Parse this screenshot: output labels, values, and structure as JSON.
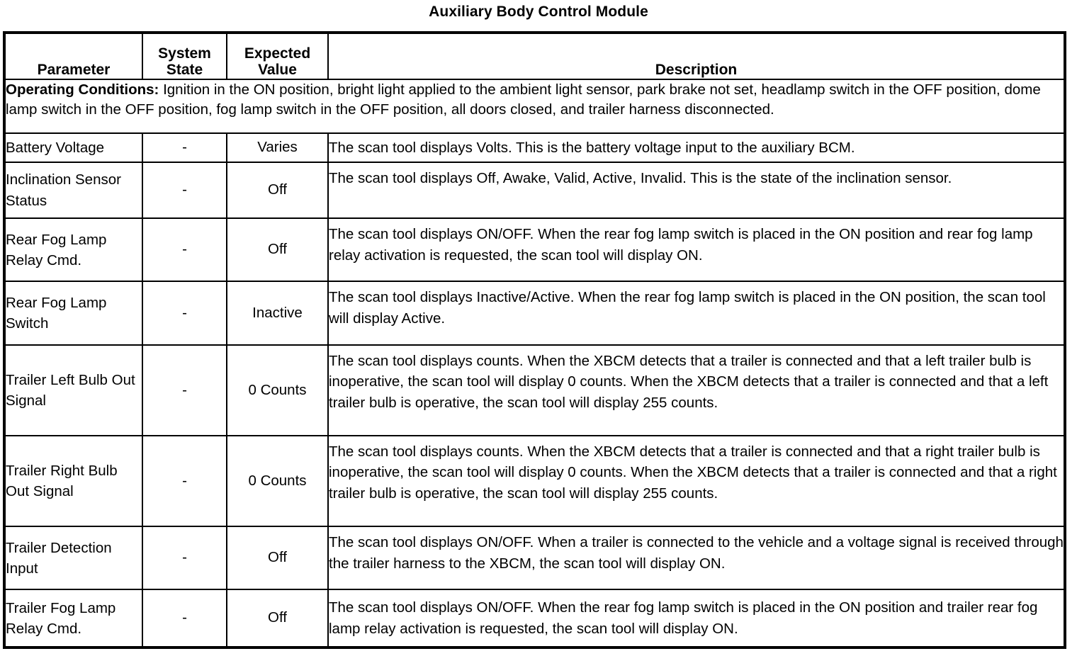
{
  "document": {
    "title": "Auxiliary Body Control Module"
  },
  "table": {
    "columns": [
      {
        "id": "parameter",
        "label": "Parameter"
      },
      {
        "id": "system_state",
        "label": "System\nState",
        "line1": "System",
        "line2": "State"
      },
      {
        "id": "expected_value",
        "label": "Expected\nValue",
        "line1": "Expected",
        "line2": "Value"
      },
      {
        "id": "description",
        "label": "Description"
      }
    ],
    "operating_conditions": {
      "label": "Operating Conditions:",
      "text": " Ignition in the ON position, bright light applied to the ambient light sensor, park brake not set, headlamp switch in the OFF position, dome lamp switch in the OFF position, fog lamp switch in the OFF position, all doors closed, and trailer harness disconnected."
    },
    "rows": [
      {
        "parameter": "Battery Voltage",
        "system_state": "-",
        "expected_value": "Varies",
        "description": "The scan tool displays Volts. This is the battery voltage input to the auxiliary BCM."
      },
      {
        "parameter": "Inclination Sensor Status",
        "system_state": "-",
        "expected_value": "Off",
        "description": "The scan tool displays Off, Awake, Valid, Active, Invalid. This is the state of the inclination sensor."
      },
      {
        "parameter": "Rear Fog Lamp Relay Cmd.",
        "system_state": "-",
        "expected_value": "Off",
        "description": "The scan tool displays ON/OFF. When the rear fog lamp switch is placed in the ON position and rear fog lamp relay activation is requested, the scan tool will display ON."
      },
      {
        "parameter": "Rear Fog Lamp Switch",
        "system_state": "-",
        "expected_value": "Inactive",
        "description": "The scan tool displays Inactive/Active. When the rear fog lamp switch is placed in the ON position, the scan tool will display Active."
      },
      {
        "parameter": "Trailer Left Bulb Out Signal",
        "system_state": "-",
        "expected_value": "0 Counts",
        "description": "The scan tool displays counts. When the XBCM detects that a trailer is connected and that a left trailer bulb is inoperative, the scan tool will display 0 counts. When the XBCM detects that a trailer is connected and that a left trailer bulb is operative, the scan tool will display 255 counts."
      },
      {
        "parameter": "Trailer Right Bulb Out Signal",
        "system_state": "-",
        "expected_value": "0 Counts",
        "description": "The scan tool displays counts. When the XBCM detects that a trailer is connected and that a right trailer bulb is inoperative, the scan tool will display 0 counts. When the XBCM detects that a trailer is connected and that a right trailer bulb is operative, the scan tool will display 255 counts."
      },
      {
        "parameter": "Trailer Detection Input",
        "system_state": "-",
        "expected_value": "Off",
        "description": "The scan tool displays ON/OFF. When a trailer is connected to the vehicle and a voltage signal is received through the trailer harness to the XBCM, the scan tool will display ON."
      },
      {
        "parameter": "Trailer Fog Lamp Relay Cmd.",
        "system_state": "-",
        "expected_value": "Off",
        "description": "The scan tool displays ON/OFF. When the rear fog lamp switch is placed in the ON position and trailer rear fog lamp relay activation is requested, the scan tool will display ON."
      }
    ]
  },
  "colors": {
    "border": "#000000",
    "text": "#000000",
    "background": "#ffffff"
  }
}
